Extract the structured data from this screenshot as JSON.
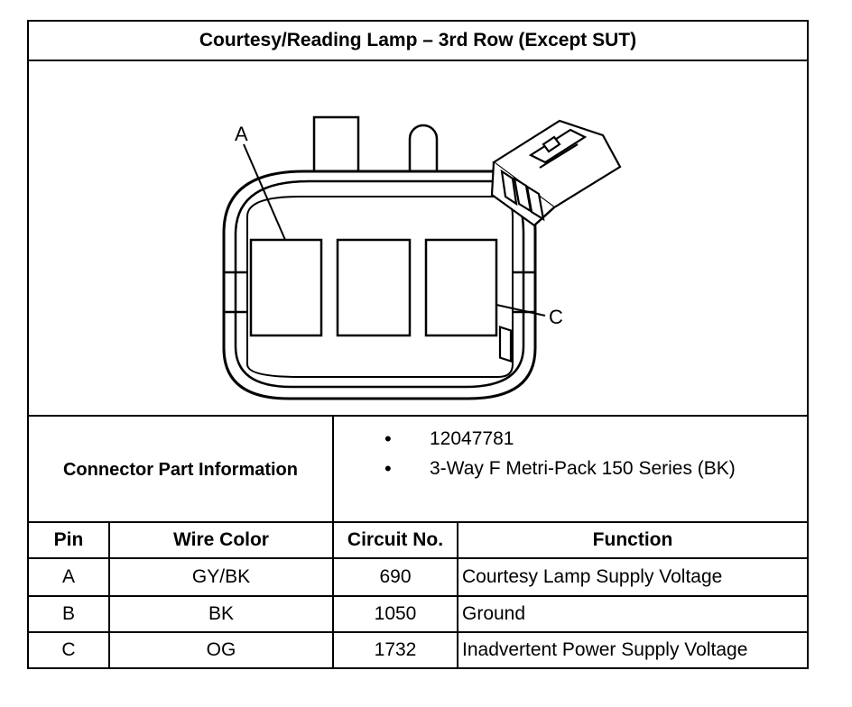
{
  "title": "Courtesy/Reading Lamp – 3rd Row (Except SUT)",
  "diagram": {
    "callouts": [
      "A",
      "C"
    ]
  },
  "connector_info": {
    "label": "Connector Part Information",
    "items": [
      "12047781",
      "3-Way F Metri-Pack 150 Series (BK)"
    ],
    "bullet": "•"
  },
  "table": {
    "headers": [
      "Pin",
      "Wire Color",
      "Circuit No.",
      "Function"
    ],
    "rows": [
      {
        "pin": "A",
        "wire_color": "GY/BK",
        "circuit": "690",
        "function": "Courtesy Lamp Supply Voltage"
      },
      {
        "pin": "B",
        "wire_color": "BK",
        "circuit": "1050",
        "function": "Ground"
      },
      {
        "pin": "C",
        "wire_color": "OG",
        "circuit": "1732",
        "function": "Inadvertent Power Supply Voltage"
      }
    ]
  }
}
